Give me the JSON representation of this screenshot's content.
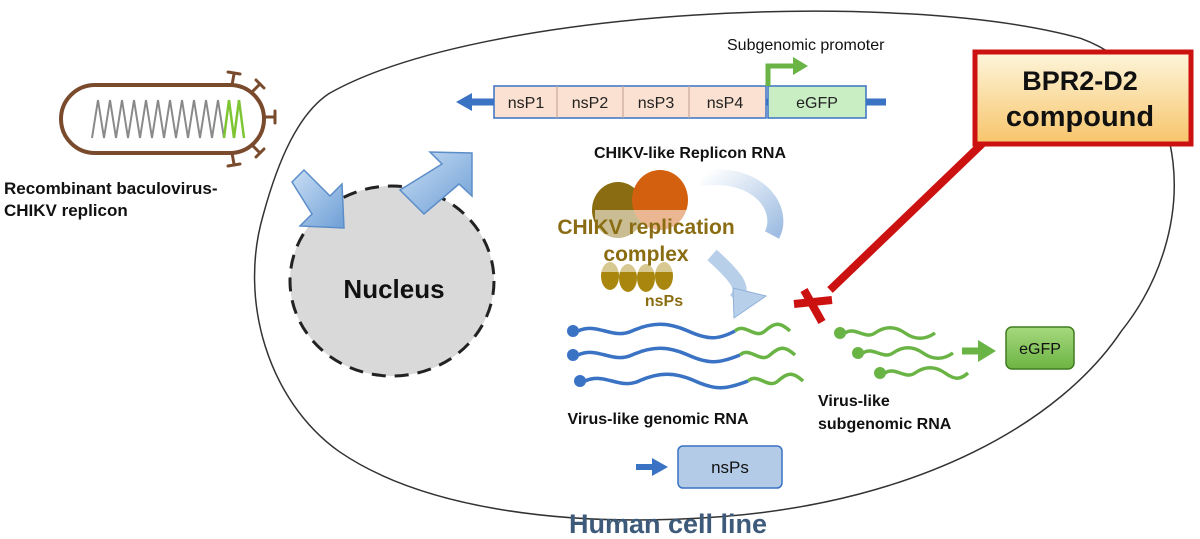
{
  "labels": {
    "baculovirus": [
      "Recombinant baculovirus-",
      "CHIKV replicon"
    ],
    "nucleus": "Nucleus",
    "subgenomic_promoter": "Subgenomic promoter",
    "replicon_genes": [
      "nsP1",
      "nsP2",
      "nsP3",
      "nsP4"
    ],
    "egfp_gene": "eGFP",
    "replicon_rna": "CHIKV-like Replicon RNA",
    "replication_complex": [
      "CHIKV replication",
      "complex"
    ],
    "complex_nsps": "nsPs",
    "genomic_rna": "Virus-like genomic RNA",
    "subgenomic_rna": [
      "Virus-like",
      "subgenomic RNA"
    ],
    "egfp_product": "eGFP",
    "nsps_product": "nsPs",
    "compound": [
      "BPR2-D2",
      "compound"
    ],
    "cell_line": "Human cell line"
  },
  "colors": {
    "rna_blue": "#3a72c4",
    "rna_green": "#6ab446",
    "inhibitor_red": "#cc1111",
    "complex_gold": "#8a6d12",
    "cell_outline": "#2b2b2b",
    "compound_fill_top": "#fdf6dc",
    "compound_fill_bottom": "#f7c46a"
  }
}
